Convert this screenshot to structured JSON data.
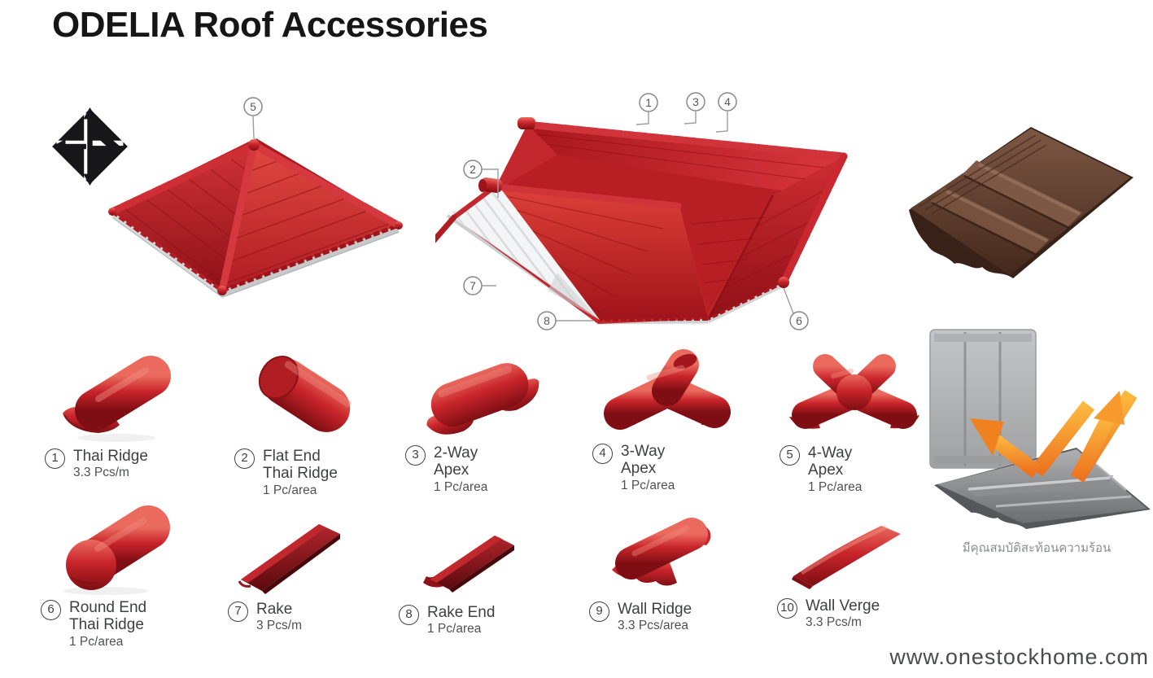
{
  "page": {
    "title": "ODELIA Roof Accessories",
    "website": "www.onestockhome.com"
  },
  "logo": {
    "name": "diamond-arrows-logo"
  },
  "roof_left": {
    "name": "hip-roof-diagram",
    "callout": "5"
  },
  "roof_right": {
    "name": "complex-roof-diagram",
    "callouts": [
      "1",
      "3",
      "4",
      "2",
      "7",
      "8",
      "6"
    ]
  },
  "tile_preview": {
    "brown_tile": "brown-concrete-tile",
    "gray_tile": "heat-reflective-tile",
    "caption": "มีคุณสมบัติสะท้อนความร้อน"
  },
  "items": [
    {
      "num": "1",
      "name": "Thai Ridge",
      "name2": "",
      "qty": "3.3 Pcs/m"
    },
    {
      "num": "2",
      "name": "Flat End",
      "name2": "Thai Ridge",
      "qty": "1 Pc/area"
    },
    {
      "num": "3",
      "name": "2-Way",
      "name2": "Apex",
      "qty": "1 Pc/area"
    },
    {
      "num": "4",
      "name": "3-Way",
      "name2": "Apex",
      "qty": "1 Pc/area"
    },
    {
      "num": "5",
      "name": "4-Way",
      "name2": "Apex",
      "qty": "1 Pc/area"
    },
    {
      "num": "6",
      "name": "Round End",
      "name2": "Thai Ridge",
      "qty": "1 Pc/area"
    },
    {
      "num": "7",
      "name": "Rake",
      "name2": "",
      "qty": "3 Pcs/m"
    },
    {
      "num": "8",
      "name": "Rake End",
      "name2": "",
      "qty": "1 Pc/area"
    },
    {
      "num": "9",
      "name": "Wall Ridge",
      "name2": "",
      "qty": "3.3 Pcs/area"
    },
    {
      "num": "10",
      "name": "Wall Verge",
      "name2": "",
      "qty": "3.3 Pcs/m"
    }
  ],
  "colors": {
    "tile_red": "#c9252b",
    "tile_dark_red": "#7e0e13",
    "rake_red": "#8e1a1f",
    "tile_brown": "#5d392b",
    "reflect_orange": "#f0811f",
    "text_dark": "#414042",
    "text_gray": "#808285"
  }
}
